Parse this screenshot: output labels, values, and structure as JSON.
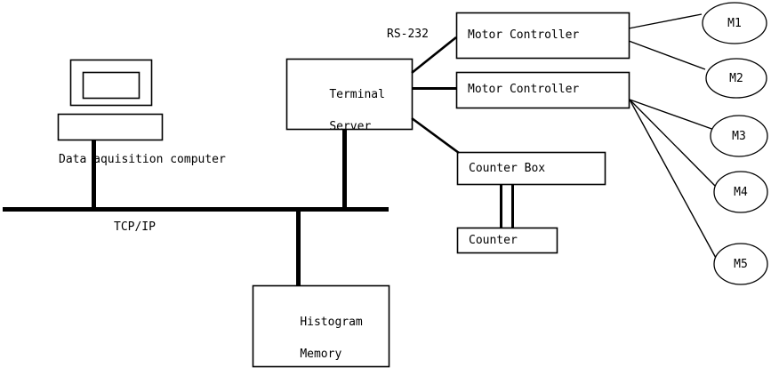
{
  "diagram": {
    "type": "system-block-diagram",
    "background_color": "#ffffff",
    "line_color": "#000000",
    "nodes": {
      "data_acquisition_computer": {
        "label": "Data aquisition computer",
        "parts": [
          "monitor",
          "keyboard"
        ]
      },
      "terminal_server": {
        "label_line1": "Terminal",
        "label_line2": "Server"
      },
      "motor_controller_1": {
        "label": "Motor Controller"
      },
      "motor_controller_2": {
        "label": "Motor Controller"
      },
      "counter_box": {
        "label": "Counter Box"
      },
      "counter": {
        "label": "Counter"
      },
      "histogram_memory": {
        "label_line1": "Histogram",
        "label_line2": "Memory"
      },
      "motors": [
        {
          "label": "M1"
        },
        {
          "label": "M2"
        },
        {
          "label": "M3"
        },
        {
          "label": "M4"
        },
        {
          "label": "M5"
        }
      ]
    },
    "links": {
      "bus_label": "TCP/IP",
      "serial_label": "RS-232"
    }
  }
}
